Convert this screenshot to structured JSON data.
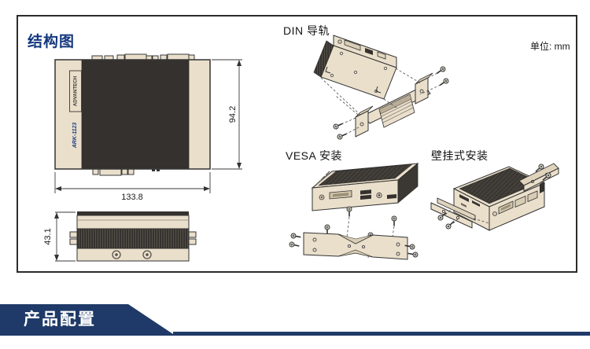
{
  "page": {
    "title": "结构图",
    "unit_label": "单位: mm",
    "banner_label": "产品配置"
  },
  "sections": {
    "din_label": "DIN 导轨",
    "vesa_label": "VESA 安装",
    "wall_label": "壁挂式安装"
  },
  "dimensions": {
    "width_mm": "133.8",
    "depth_mm": "94.2",
    "height_mm": "43.1"
  },
  "device": {
    "brand": "ADVANTECH",
    "model": "ARK-1123"
  },
  "colors": {
    "accent_blue": "#14387E",
    "banner_navy": "#1F3A68",
    "chassis_beige": "#EADFCB",
    "chassis_dark": "#34312E"
  }
}
